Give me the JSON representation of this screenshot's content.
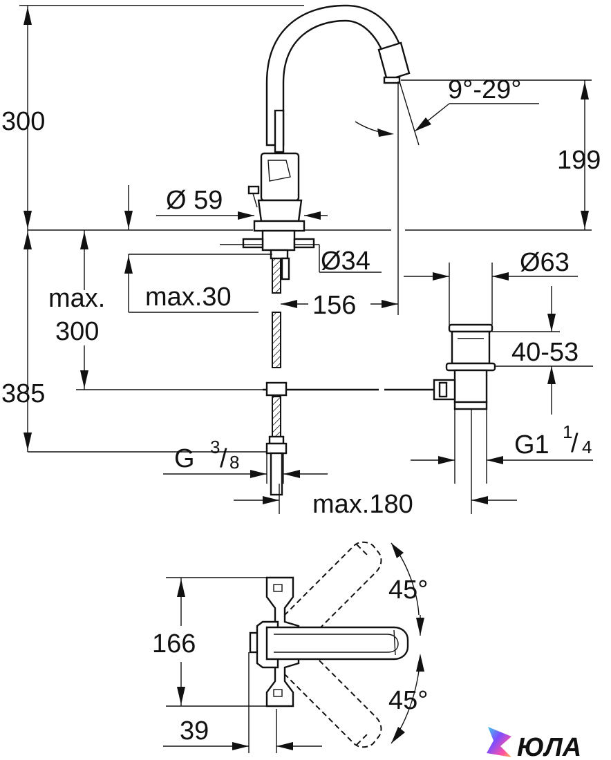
{
  "side_view": {
    "height_total": "300",
    "spout_reach_height": "199",
    "swivel_angle": "9°-29°",
    "base_diameter": "Ø 59",
    "shank_diameter": "Ø34",
    "mount_thickness_label": "max.30",
    "spout_reach": "156",
    "under_mount_line1": "max.",
    "under_mount_line2": "300",
    "tailpiece_length": "385",
    "connection_thread_main": "G",
    "connection_thread_num": "3",
    "connection_thread_sep": "/",
    "connection_thread_den": "8",
    "waste_diameter": "Ø63",
    "waste_height": "40-53",
    "waste_thread_main": "G1",
    "waste_thread_num": "1",
    "waste_thread_sep": "/",
    "waste_thread_den": "4",
    "max_distance": "max.180"
  },
  "top_view": {
    "width": "166",
    "offset": "39",
    "angle_upper": "45°",
    "angle_lower": "45°"
  },
  "logo": {
    "text": "ЮЛА",
    "colors": [
      "#3fd1e6",
      "#7c4dff",
      "#ff4fa3",
      "#ffb347"
    ]
  }
}
